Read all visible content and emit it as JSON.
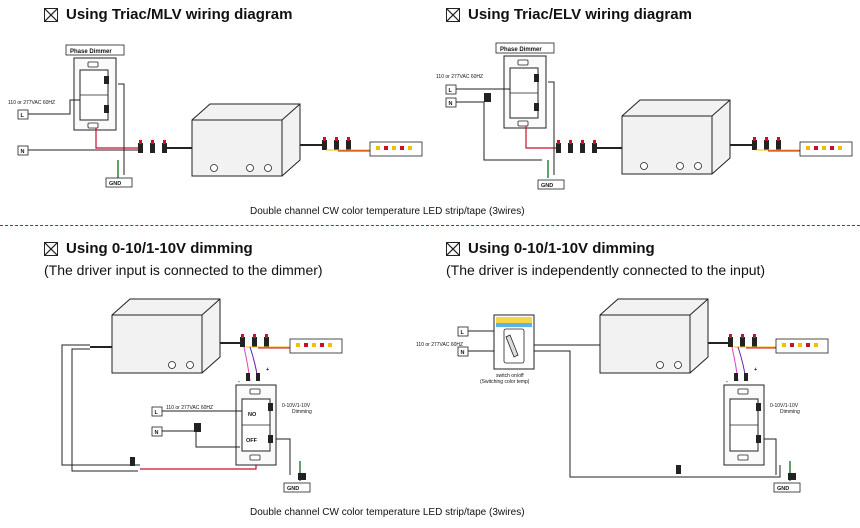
{
  "panels": {
    "top_left": {
      "title": "Using Triac/MLV wiring diagram",
      "dimmer_label": "Phase Dimmer",
      "voltage_label": "110 or 277VAC 60HZ",
      "line_label": "L",
      "neutral_label": "N",
      "ground_label": "GND"
    },
    "top_right": {
      "title": "Using Triac/ELV wiring diagram",
      "dimmer_label": "Phase Dimmer",
      "voltage_label": "110 or 277VAC 60HZ",
      "line_label": "L",
      "neutral_label": "N",
      "ground_label": "GND"
    },
    "top_caption": "Double channel CW color temperature LED strip/tape (3wires)",
    "bottom_left": {
      "title": "Using 0-10/1-10V dimming",
      "subtitle": "(The driver input is connected to the dimmer)",
      "voltage_label": "110 or 277VAC 60HZ",
      "line_label": "L",
      "neutral_label": "N",
      "ground_label": "GND",
      "dimming_label": "0-10V/1-10V",
      "dimming_label_2": "Dimming",
      "switch_on": "NO",
      "switch_off": "OFF",
      "minus": "-",
      "plus": "+"
    },
    "bottom_right": {
      "title": "Using 0-10/1-10V dimming",
      "subtitle": "(The driver is independently connected to the input)",
      "voltage_label": "110 or 277VAC 60HZ",
      "line_label": "L",
      "neutral_label": "N",
      "ground_label": "GND",
      "switch_label": "switch on/off",
      "switch_label_2": "(Switching color temp)",
      "dimming_label": "0-10V/1-10V",
      "dimming_label_2": "Dimming",
      "minus": "-",
      "plus": "+"
    },
    "bottom_caption": "Double channel CW color temperature LED strip/tape (3wires)"
  },
  "colors": {
    "divider": "#c8102e",
    "wire_black": "#222222",
    "wire_red": "#c8102e",
    "wire_green": "#1a7a2a",
    "wire_purple": "#6a1fb0",
    "wire_pink": "#e040c0",
    "wire_yellow": "#f0c000",
    "driver_fill": "#f2f2f2",
    "switch_yellow": "#f7d54a",
    "switch_blue": "#5ab4e6"
  }
}
